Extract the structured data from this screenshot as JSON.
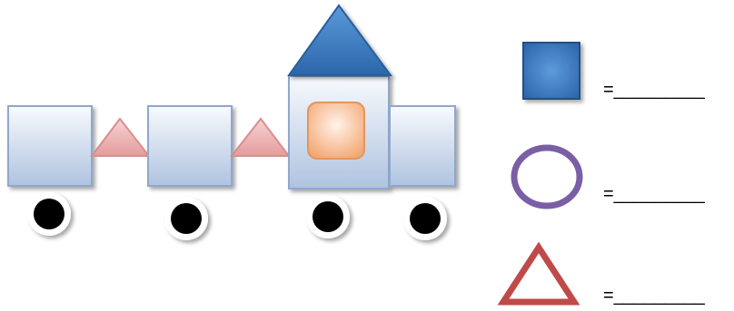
{
  "worksheet": {
    "legend": [
      {
        "shape": "square",
        "color": "#3B78BF",
        "answer_text": "=_________"
      },
      {
        "shape": "circle",
        "color": "#7A5FA6",
        "answer_text": "=_________"
      },
      {
        "shape": "triangle",
        "color": "#BF4A4A",
        "answer_text": "=_________"
      }
    ],
    "colors": {
      "car_fill_top": "#F4F7FC",
      "car_fill_bottom": "#B7C8E2",
      "car_stroke": "#8FA8CC",
      "connector_triangle": "#E7A6A6",
      "roof_triangle": "#3C7CC2",
      "window_square": "#F6B487",
      "wheel": "#000000"
    }
  }
}
